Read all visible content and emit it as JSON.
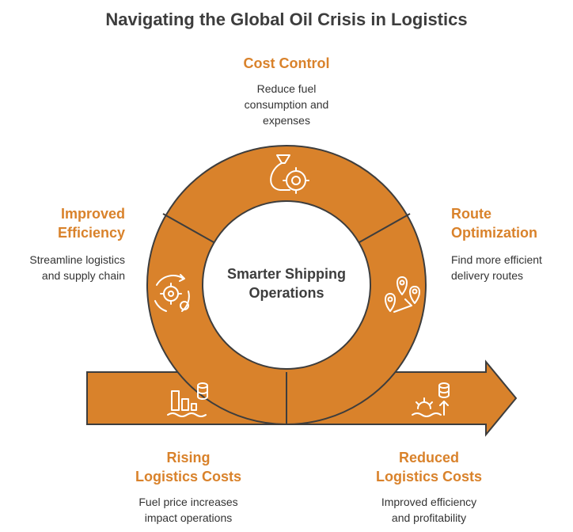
{
  "title": "Navigating the Global Oil Crisis in Logistics",
  "center": {
    "line1": "Smarter Shipping",
    "line2": "Operations"
  },
  "stages": {
    "cost_control": {
      "title": "Cost Control",
      "desc": [
        "Reduce fuel",
        "consumption and",
        "expenses"
      ]
    },
    "route_optimization": {
      "title": [
        "Route",
        "Optimization"
      ],
      "desc": [
        "Find more efficient",
        "delivery routes"
      ]
    },
    "improved_efficiency": {
      "title": [
        "Improved",
        "Efficiency"
      ],
      "desc": [
        "Streamline logistics",
        "and supply chain"
      ]
    },
    "rising_costs": {
      "title": [
        "Rising",
        "Logistics Costs"
      ],
      "desc": [
        "Fuel price increases",
        "impact operations"
      ]
    },
    "reduced_costs": {
      "title": [
        "Reduced",
        "Logistics Costs"
      ],
      "desc": [
        "Improved efficiency",
        "and profitability"
      ]
    }
  },
  "icons": {
    "cost_control": "money-bag-gear-icon",
    "route_optimization": "map-route-pins-icon",
    "improved_efficiency": "gear-cycle-icon",
    "rising_costs": "bar-chart-barrel-icon",
    "reduced_costs": "gear-barrel-arrow-icon"
  },
  "colors": {
    "fill": "#d9822b",
    "stroke": "#3d3d3d",
    "label": "#d9822b"
  }
}
